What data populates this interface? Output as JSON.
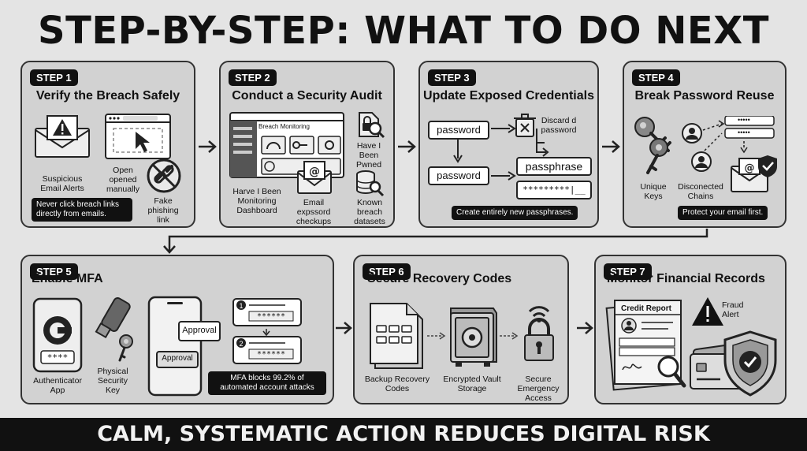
{
  "title": "STEP-BY-STEP: WHAT TO DO NEXT",
  "footer": "CALM, SYSTEMATIC ACTION REDUCES DIGITAL RISK",
  "steps": [
    {
      "badge": "STEP 1",
      "title": "Verify the Breach Safely",
      "labels": [
        "Suspicious Email Alerts",
        "Open opened manually",
        "Fake phishing link"
      ],
      "note": "Never click breach links directly from emails.",
      "icons": [
        "warning-email-icon",
        "browser-window-icon",
        "cursor-icon",
        "broken-link-icon"
      ]
    },
    {
      "badge": "STEP 2",
      "title": "Conduct a Security Audit",
      "dashboard_title": "Breach Monitoring",
      "labels": [
        "Harve I Been Monitoring Dashboard",
        "Email expssord checkups",
        "Have I Been Pwned",
        "Known breach datasets"
      ],
      "icons": [
        "dashboard-icon",
        "email-at-icon",
        "lock-search-icon",
        "database-search-icon"
      ]
    },
    {
      "badge": "STEP 3",
      "title": "Update Exposed Credentials",
      "pill_password_1": "password",
      "pill_password_2": "password",
      "discard": "Discard d password",
      "passphrase": "passphrase",
      "masked": "*********|__",
      "note": "Create entirely new passphrases.",
      "icons": [
        "trash-icon"
      ]
    },
    {
      "badge": "STEP 4",
      "title": "Break Password Reuse",
      "labels": [
        "Unique Keys",
        "Disconected Chains"
      ],
      "field_masks": [
        "•••••",
        "•••••"
      ],
      "note": "Protect your email first.",
      "icons": [
        "keys-icon",
        "user-chain-icon",
        "email-shield-icon"
      ]
    },
    {
      "badge": "STEP 5",
      "title": "Enable MFA",
      "labels": [
        "Authenticator App",
        "Physical Security Key"
      ],
      "app_code": "****",
      "approval_1": "Approval",
      "approval_2": "Approval",
      "codes": [
        "******",
        "******"
      ],
      "code_nums": [
        "1",
        "2"
      ],
      "note": "MFA blocks 99.2% of automated account attacks",
      "icons": [
        "authenticator-phone-icon",
        "usb-key-icon",
        "smartphone-icon"
      ]
    },
    {
      "badge": "STEP 6",
      "title": "Secure Recovery Codes",
      "labels": [
        "Backup Recovery Codes",
        "Encrypted Vault Storage",
        "Secure Emergency Access"
      ],
      "icons": [
        "document-codes-icon",
        "vault-icon",
        "wifi-lock-icon"
      ]
    },
    {
      "badge": "STEP 7",
      "title": "Monitor Financial Records",
      "report_title": "Credit Report",
      "fraud": "Fraud Alert",
      "icons": [
        "credit-report-icon",
        "warning-icon",
        "credit-card-icon",
        "shield-check-icon",
        "magnifier-icon"
      ]
    }
  ]
}
